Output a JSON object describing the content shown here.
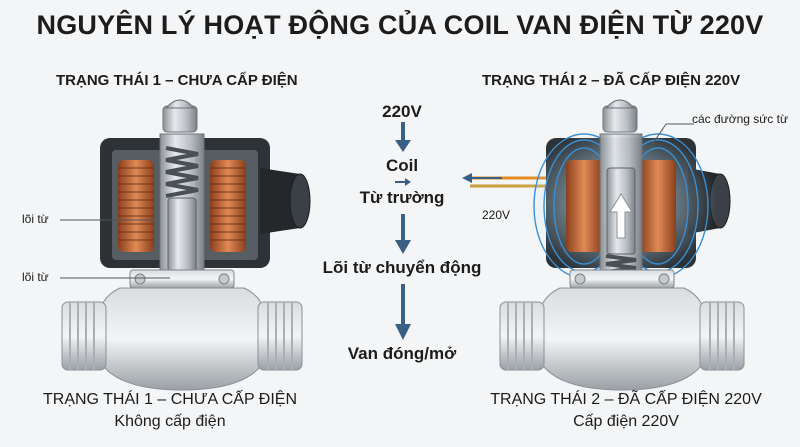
{
  "title": "NGUYÊN LÝ HOẠT ĐỘNG CỦA COIL VAN ĐIỆN TỪ 220V",
  "state1": {
    "heading": "TRẠNG THÁI 1 – CHƯA CẤP ĐIỆN",
    "caption_line1": "TRẠNG THÁI 1 – CHƯA CẤP ĐIỆN",
    "caption_line2": "Không cấp điện",
    "label_core_upper": "lõi từ",
    "label_core_lower": "lõi từ"
  },
  "state2": {
    "heading": "TRẠNG THÁI 2 – ĐÃ CẤP ĐIỆN 220V",
    "caption_line1": "TRẠNG THÁI 2 – ĐÃ CẤP ĐIỆN 220V",
    "caption_line2": "Cấp điện 220V",
    "label_field_lines": "các đường sức từ",
    "label_voltage": "220V"
  },
  "flow": {
    "step1": "220V",
    "step2": "Coil",
    "step3": "Từ trường",
    "step4": "Lõi từ chuyển động",
    "step5": "Van đóng/mở"
  },
  "colors": {
    "accent_arrow": "#3a5f85",
    "coil_copper": "#c0683a",
    "housing_dark": "#2d3236",
    "metal": "#b9bec3",
    "field_blue": "#5ab4ec",
    "wire_orange": "#e38a1e"
  }
}
